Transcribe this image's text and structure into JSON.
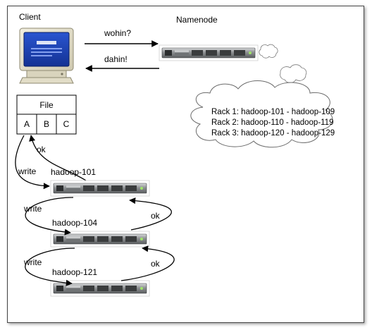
{
  "client_label": "Client",
  "namenode_label": "Namenode",
  "request_label": "wohin?",
  "reply_label": "dahin!",
  "file": {
    "title": "File",
    "blocks": [
      "A",
      "B",
      "C"
    ]
  },
  "rack_lines": [
    "Rack 1: hadoop-101 - hadoop-109",
    "Rack 2: hadoop-110 - hadoop-119",
    "Rack 3: hadoop-120 - hadoop-129"
  ],
  "nodes": [
    "hadoop-101",
    "hadoop-104",
    "hadoop-121"
  ],
  "arrows": {
    "write": "write",
    "ok": "ok"
  },
  "colors": {
    "arrow": "#000000",
    "cloud_fill": "#ffffff",
    "server_body": "#8a8d8f",
    "screen_blue": "#1b3ea8"
  },
  "icons": {
    "client": "crt-monitor-icon",
    "server": "rack-server-icon",
    "cloud": "thought-cloud-icon"
  }
}
